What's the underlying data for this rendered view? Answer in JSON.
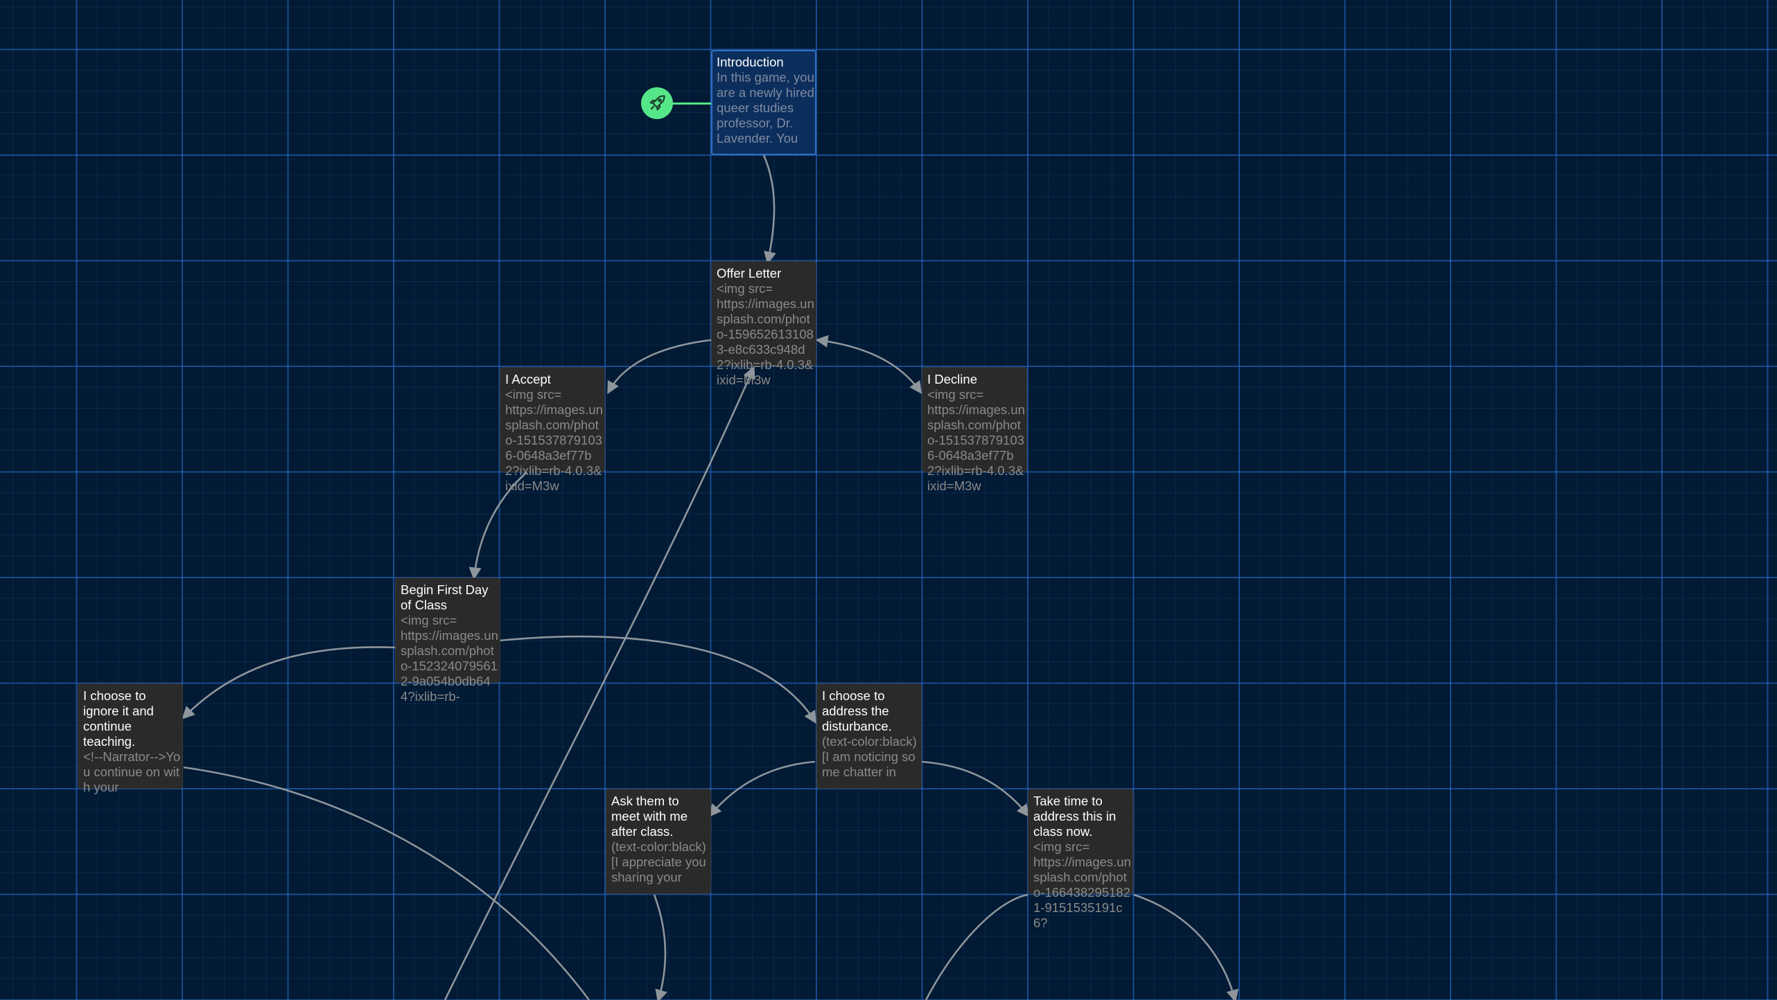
{
  "story_map": {
    "start_badge": {
      "icon": "rocket-icon",
      "color": "#55e68a"
    },
    "passages": [
      {
        "id": "introduction",
        "title": "Introduction",
        "excerpt": "In this game, you are a newly hired queer studies professor, Dr. Lavender. You",
        "selected": true
      },
      {
        "id": "offer-letter",
        "title": "Offer Letter",
        "excerpt": "<img src=\nhttps://images.unsplash.com/photo-1596526131083-e8c633c948d2?ixlib=rb-4.0.3&ixid=M3w",
        "selected": false
      },
      {
        "id": "i-accept",
        "title": "I Accept",
        "excerpt": "<img src=\nhttps://images.unsplash.com/photo-1515378791036-0648a3ef77b2?ixlib=rb-4.0.3&ixid=M3w",
        "selected": false
      },
      {
        "id": "i-decline",
        "title": "I Decline",
        "excerpt": "<img src=\nhttps://images.unsplash.com/photo-1515378791036-0648a3ef77b2?ixlib=rb-4.0.3&ixid=M3w",
        "selected": false
      },
      {
        "id": "begin-first-day",
        "title": "Begin First Day of Class",
        "excerpt": "<img src=\nhttps://images.unsplash.com/photo-1523240795612-9a054b0db644?ixlib=rb-",
        "selected": false
      },
      {
        "id": "ignore-it",
        "title": "I choose to ignore it and continue teaching.",
        "excerpt": "<!--Narrator-->You continue on with your",
        "selected": false
      },
      {
        "id": "address-disturbance",
        "title": "I choose to address the disturbance.",
        "excerpt": "(text-color:black)[I am noticing some chatter in",
        "selected": false
      },
      {
        "id": "ask-them-meet",
        "title": "Ask them to meet with me after class.",
        "excerpt": "(text-color:black)[I appreciate you sharing your",
        "selected": false
      },
      {
        "id": "take-time",
        "title": "Take time to address this in class now.",
        "excerpt": "<img src=\nhttps://images.unsplash.com/photo-1664382951821-9151535191c6?",
        "selected": false
      }
    ]
  }
}
